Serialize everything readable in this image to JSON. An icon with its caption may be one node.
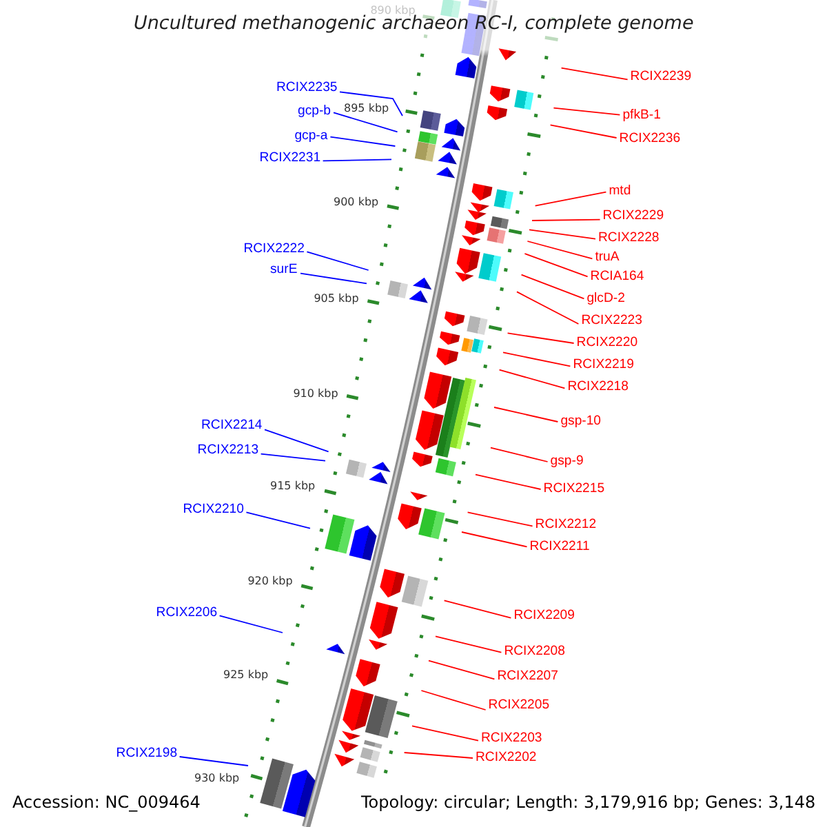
{
  "diagram": {
    "title": "Uncultured methanogenic archaeon RC-I, complete genome",
    "nodes": [
      {
        "text": [
          "RCIX2239"
        ]
      },
      {
        "text": [
          "RCIX2235"
        ]
      },
      {
        "text": [
          "gcp-b"
        ]
      },
      {
        "text": [
          "pfkB-1"
        ]
      },
      {
        "text": [
          "gcp-a"
        ]
      },
      {
        "text": [
          "RCIX2236"
        ]
      },
      {
        "text": [
          "RCIX2231"
        ]
      },
      {
        "text": [
          "mtd"
        ]
      },
      {
        "text": [
          "RCIX2229"
        ]
      },
      {
        "text": [
          "RCIX2228"
        ]
      },
      {
        "text": [
          "RCIX2222"
        ]
      },
      {
        "text": [
          "truA"
        ]
      },
      {
        "text": [
          "surE"
        ]
      },
      {
        "text": [
          "RCIA164"
        ]
      },
      {
        "text": [
          "glcD-2"
        ]
      },
      {
        "text": [
          "RCIX2223"
        ]
      },
      {
        "text": [
          "RCIX2220"
        ]
      },
      {
        "text": [
          "RCIX2219"
        ]
      },
      {
        "text": [
          "RCIX2218"
        ]
      },
      {
        "text": [
          "gsp-10"
        ]
      },
      {
        "text": [
          "RCIX2214"
        ]
      },
      {
        "text": [
          "RCIX2213"
        ]
      },
      {
        "text": [
          "gsp-9"
        ]
      },
      {
        "text": [
          "RCIX2215"
        ]
      },
      {
        "text": [
          "RCIX2210"
        ]
      },
      {
        "text": [
          "RCIX2212"
        ]
      },
      {
        "text": [
          "RCIX2211"
        ]
      },
      {
        "text": [
          "RCIX2206"
        ]
      },
      {
        "text": [
          "RCIX2209"
        ]
      },
      {
        "text": [
          "RCIX2208"
        ]
      },
      {
        "text": [
          "RCIX2207"
        ]
      },
      {
        "text": [
          "RCIX2205"
        ]
      },
      {
        "text": [
          "RCIX2203"
        ]
      },
      {
        "text": [
          "RCIX2198"
        ]
      },
      {
        "text": [
          "RCIX2202"
        ]
      }
    ],
    "edges": [
      {
        "from": 0,
        "to": null,
        "arrow": "none"
      },
      {
        "from": 1,
        "to": null,
        "arrow": "none",
        "color": "#0000ff"
      },
      {
        "from": 2,
        "to": null,
        "arrow": "none",
        "color": "#0000ff"
      },
      {
        "from": 3,
        "to": null,
        "arrow": "none"
      },
      {
        "from": 4,
        "to": null,
        "arrow": "none",
        "color": "#0000ff"
      },
      {
        "from": 5,
        "to": null,
        "arrow": "none"
      },
      {
        "from": 6,
        "to": null,
        "arrow": "none",
        "color": "#0000ff"
      },
      {
        "from": 7,
        "to": null,
        "arrow": "none"
      },
      {
        "from": 8,
        "to": null,
        "arrow": "none"
      },
      {
        "from": 9,
        "to": null,
        "arrow": "none"
      },
      {
        "from": 10,
        "to": null,
        "arrow": "none",
        "color": "#0000ff"
      },
      {
        "from": 11,
        "to": null,
        "arrow": "none"
      },
      {
        "from": 12,
        "to": null,
        "arrow": "none",
        "color": "#0000ff"
      },
      {
        "from": 13,
        "to": null,
        "arrow": "none"
      },
      {
        "from": 14,
        "to": null,
        "arrow": "none"
      },
      {
        "from": 15,
        "to": null,
        "arrow": "none"
      },
      {
        "from": 16,
        "to": null,
        "arrow": "none"
      },
      {
        "from": 17,
        "to": null,
        "arrow": "none"
      },
      {
        "from": 18,
        "to": null,
        "arrow": "none"
      },
      {
        "from": 19,
        "to": null,
        "arrow": "none"
      },
      {
        "from": 20,
        "to": null,
        "arrow": "none",
        "color": "#0000ff"
      },
      {
        "from": 21,
        "to": null,
        "arrow": "none",
        "color": "#0000ff"
      },
      {
        "from": 22,
        "to": null,
        "arrow": "none"
      },
      {
        "from": 23,
        "to": null,
        "arrow": "none"
      },
      {
        "from": 24,
        "to": null,
        "arrow": "none",
        "color": "#0000ff"
      },
      {
        "from": 25,
        "to": null,
        "arrow": "none"
      },
      {
        "from": 26,
        "to": null,
        "arrow": "none"
      },
      {
        "from": 27,
        "to": null,
        "arrow": "none",
        "color": "#0000ff"
      },
      {
        "from": 28,
        "to": null,
        "arrow": "none"
      },
      {
        "from": 29,
        "to": null,
        "arrow": "none"
      },
      {
        "from": 30,
        "to": null,
        "arrow": "none"
      },
      {
        "from": 31,
        "to": null,
        "arrow": "none"
      },
      {
        "from": 32,
        "to": null,
        "arrow": "none"
      },
      {
        "from": 33,
        "to": null,
        "arrow": "none",
        "color": "#0000ff"
      },
      {
        "from": 34,
        "to": null,
        "arrow": "none"
      }
    ],
    "labels": [
      "890 kbp",
      "895 kbp",
      "900 kbp",
      "905 kbp",
      "910 kbp",
      "915 kbp",
      "920 kbp",
      "925 kbp",
      "930 kbp",
      "Accession: NC_009464",
      "Topology: circular; Length: 3,179,916 bp; Genes: 3,148"
    ]
  }
}
